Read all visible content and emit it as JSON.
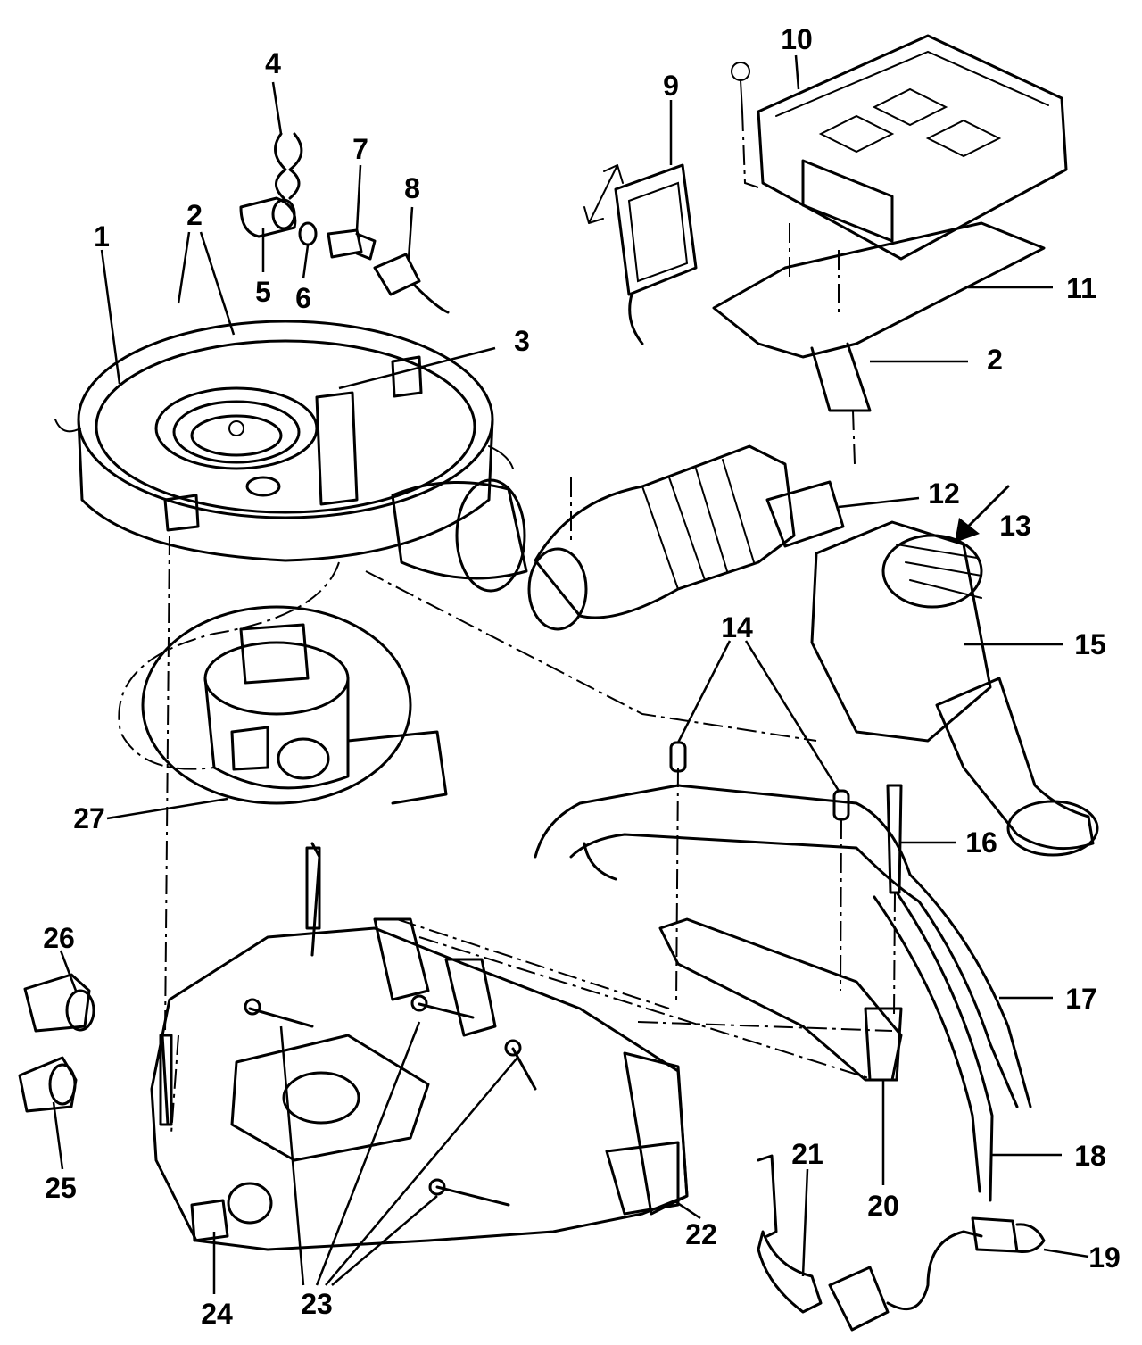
{
  "callouts": [
    "1",
    "2",
    "3",
    "4",
    "5",
    "6",
    "7",
    "8",
    "9",
    "10",
    "11",
    "2",
    "12",
    "13",
    "14",
    "15",
    "16",
    "17",
    "18",
    "19",
    "20",
    "21",
    "22",
    "23",
    "24",
    "25",
    "26",
    "27"
  ]
}
